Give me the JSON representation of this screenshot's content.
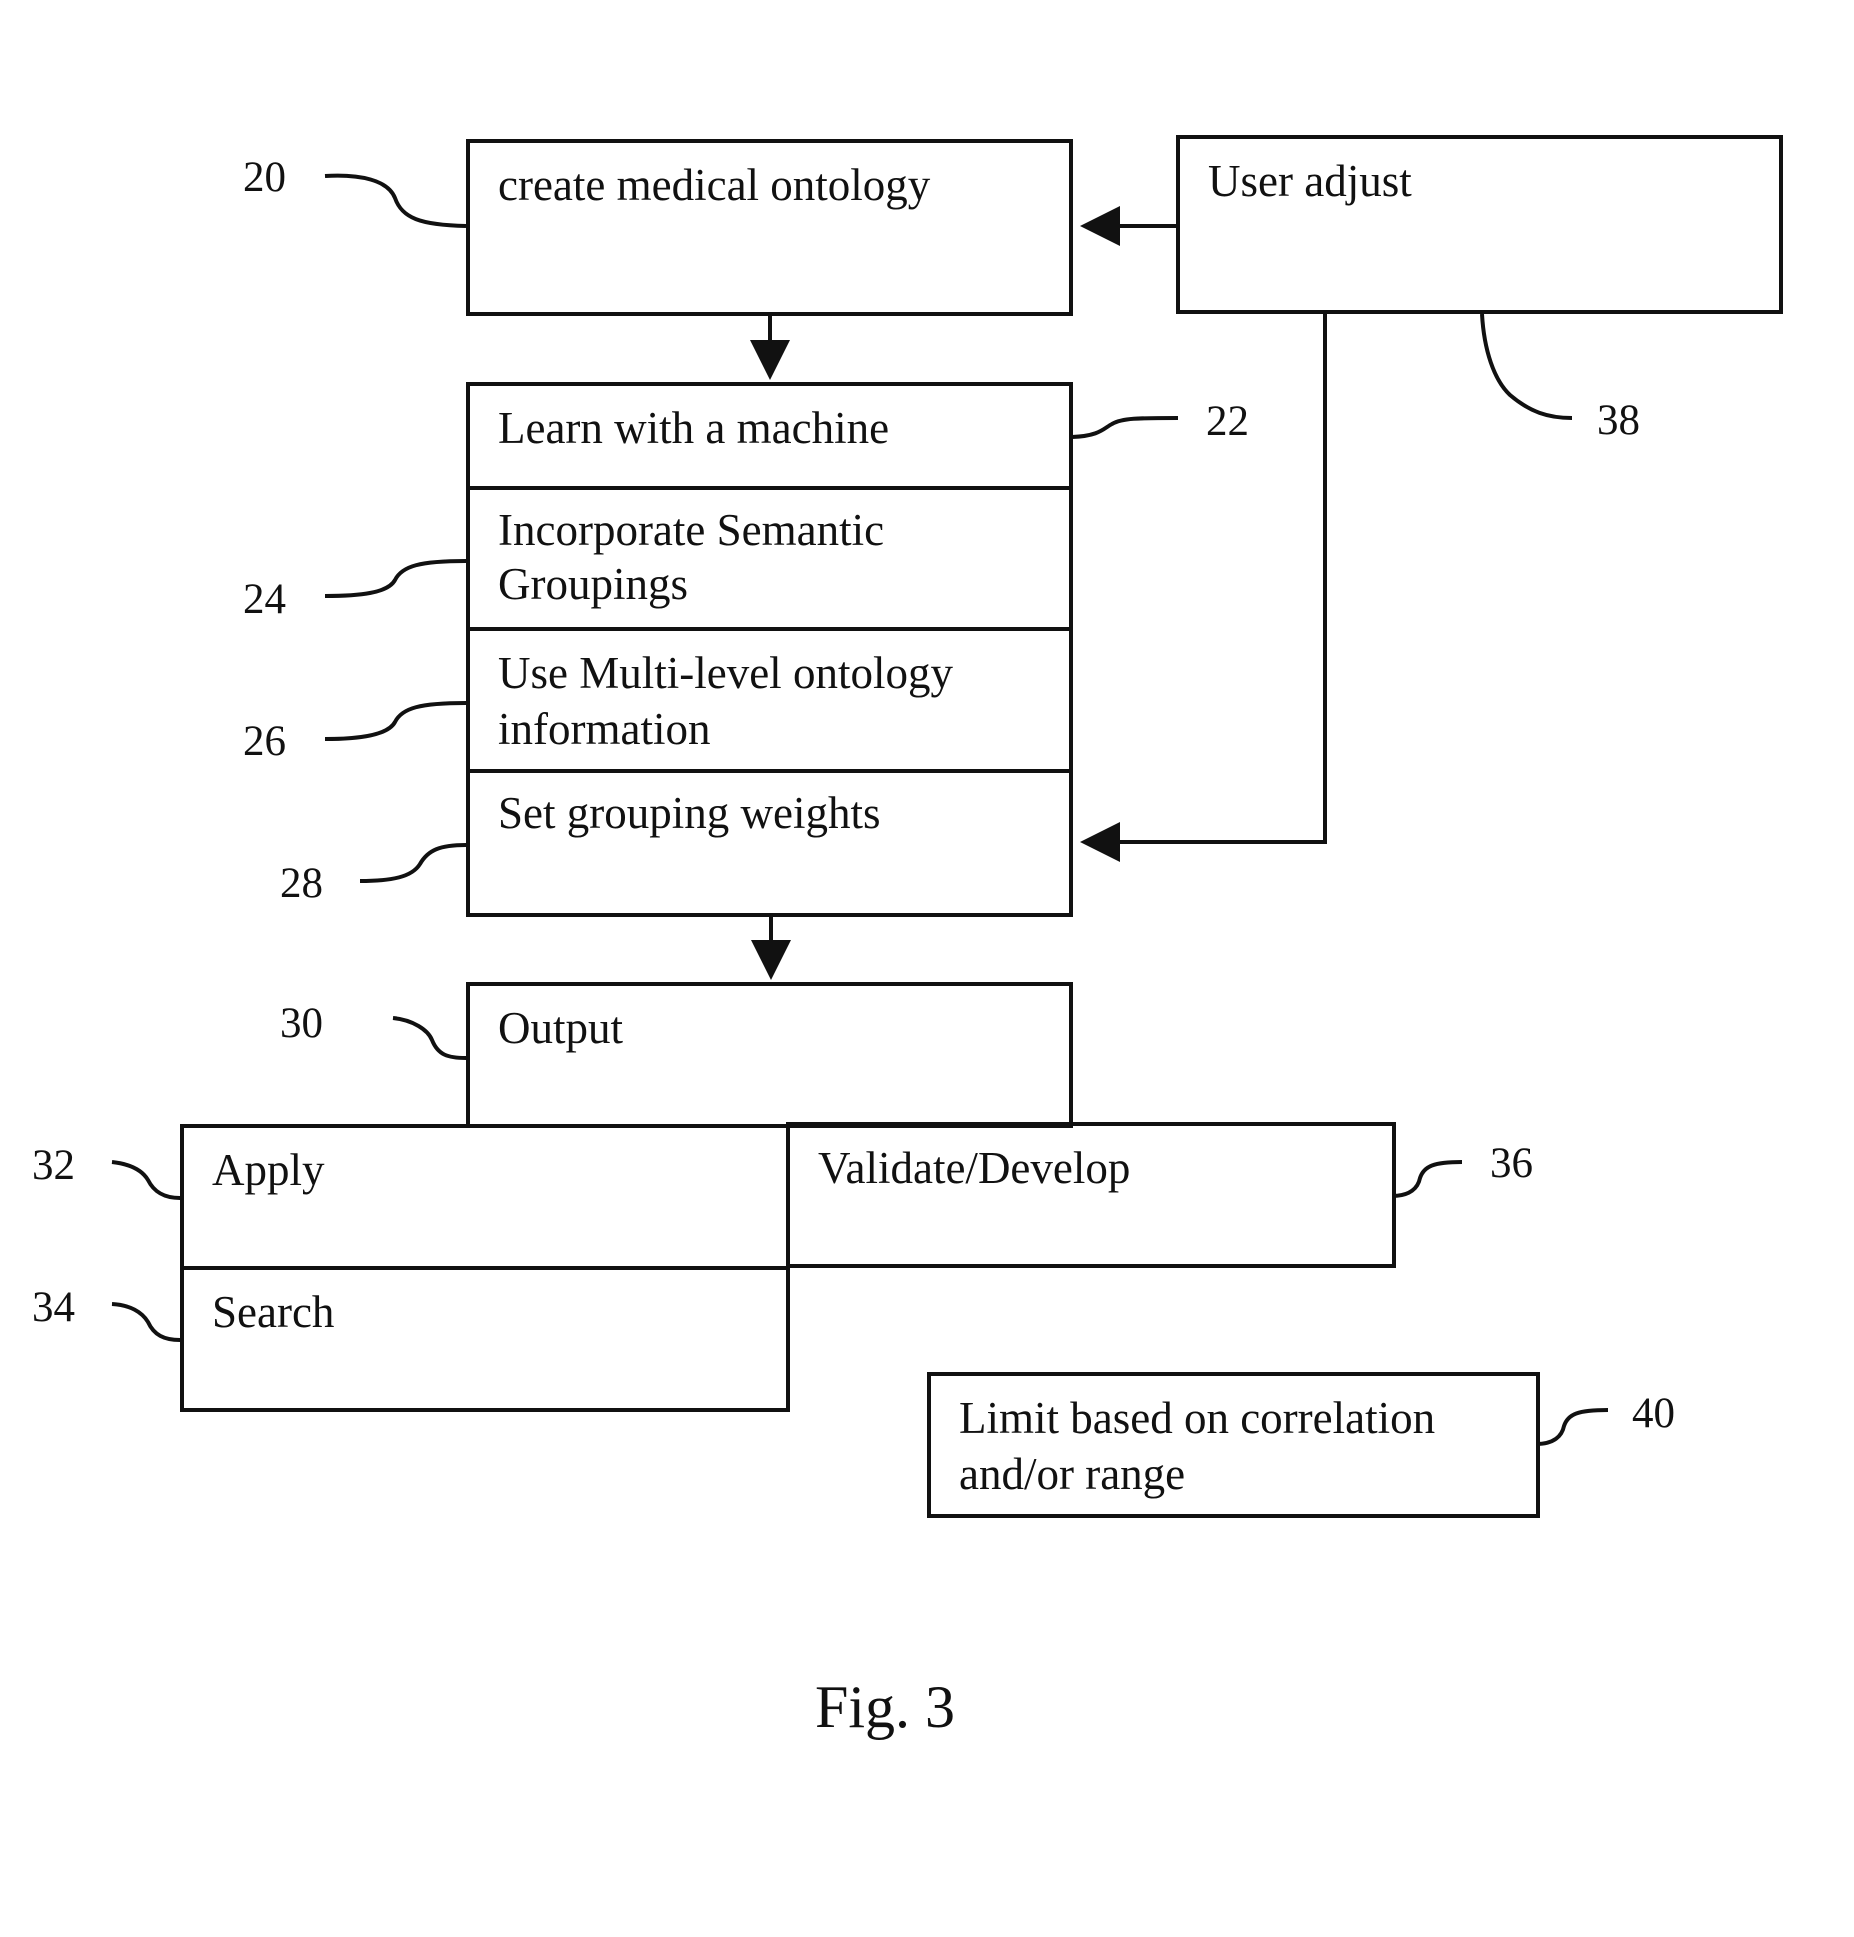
{
  "boxes": {
    "create_ontology": "create medical ontology",
    "user_adjust": "User adjust",
    "learn_machine": "Learn with a machine",
    "semantic_line1": "Incorporate Semantic",
    "semantic_line2": "Groupings",
    "multilevel_line1": "Use Multi-level ontology",
    "multilevel_line2": "information",
    "grouping_weights": "Set grouping weights",
    "output": "Output",
    "apply": "Apply",
    "validate": "Validate/Develop",
    "search": "Search",
    "limit_line1": "Limit based on correlation",
    "limit_line2": "and/or range"
  },
  "refs": {
    "r20": "20",
    "r22": "22",
    "r24": "24",
    "r26": "26",
    "r28": "28",
    "r30": "30",
    "r32": "32",
    "r34": "34",
    "r36": "36",
    "r38": "38",
    "r40": "40"
  },
  "caption": "Fig. 3"
}
